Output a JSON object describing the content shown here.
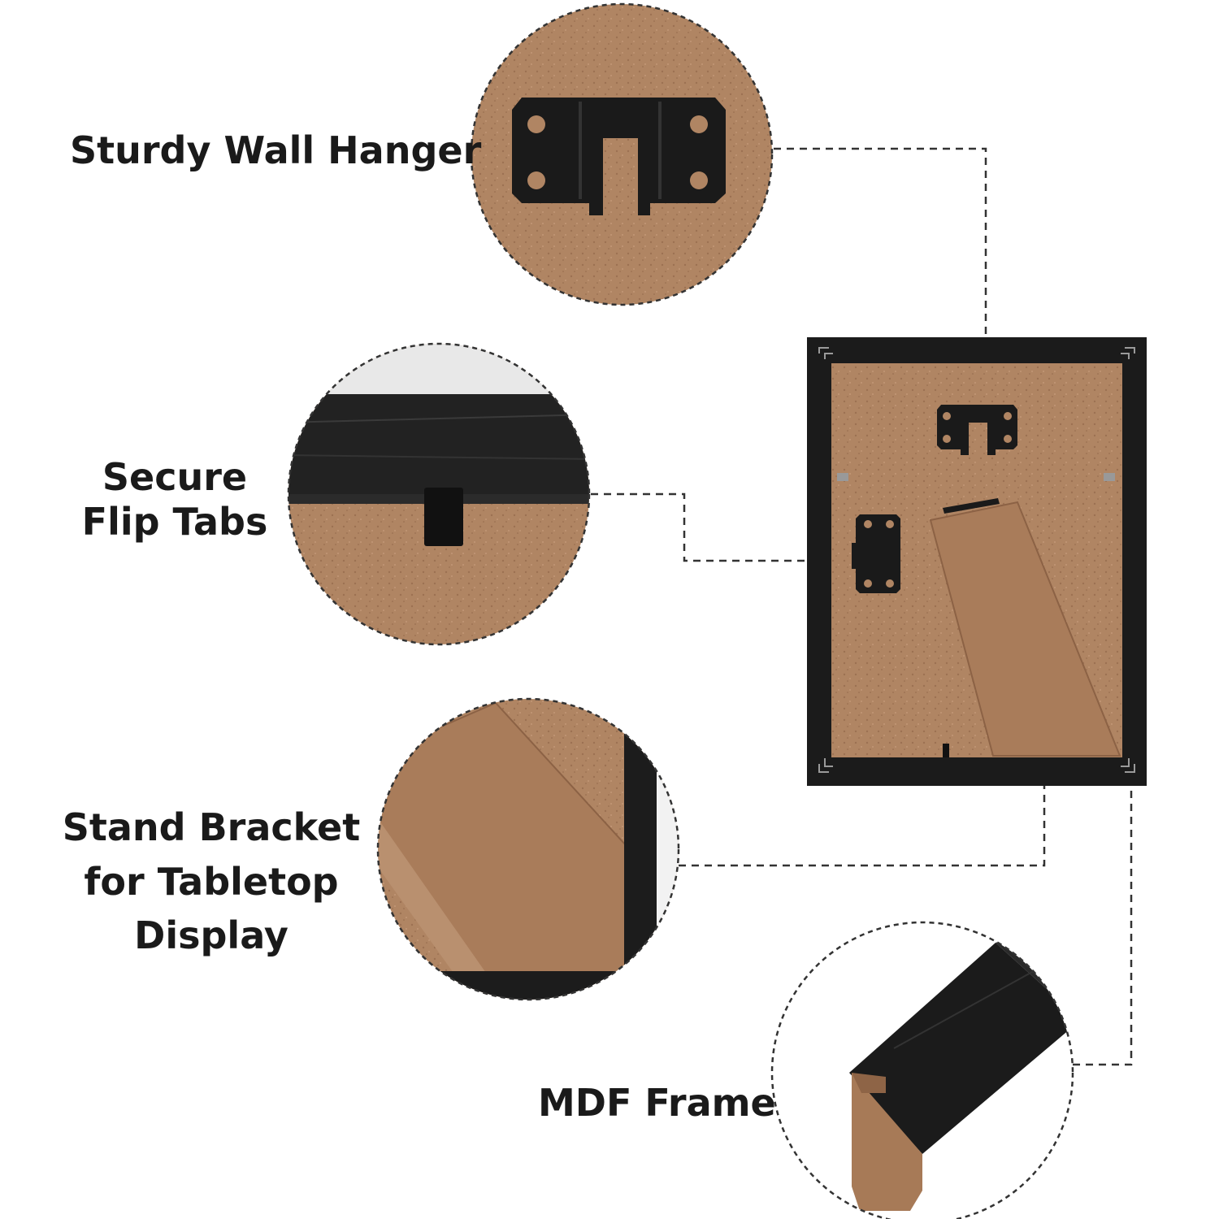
{
  "features": [
    {
      "id": "hanger",
      "lines": [
        "Sturdy Wall Hanger"
      ]
    },
    {
      "id": "tabs",
      "lines": [
        "Secure",
        "Flip Tabs"
      ]
    },
    {
      "id": "stand",
      "lines": [
        "Stand Bracket",
        "for Tabletop",
        "Display"
      ]
    },
    {
      "id": "mdf",
      "lines": [
        "MDF Frame"
      ]
    }
  ],
  "colors": {
    "cardboard": "#b08563",
    "cardboard_dark": "#9c7152",
    "frame_black": "#1b1b1b",
    "leader_line": "#333333",
    "text": "#1a1a1a"
  },
  "icons": [
    "wall-hanger-icon",
    "flip-tab-icon",
    "stand-bracket-icon",
    "mdf-frame-profile-icon"
  ]
}
